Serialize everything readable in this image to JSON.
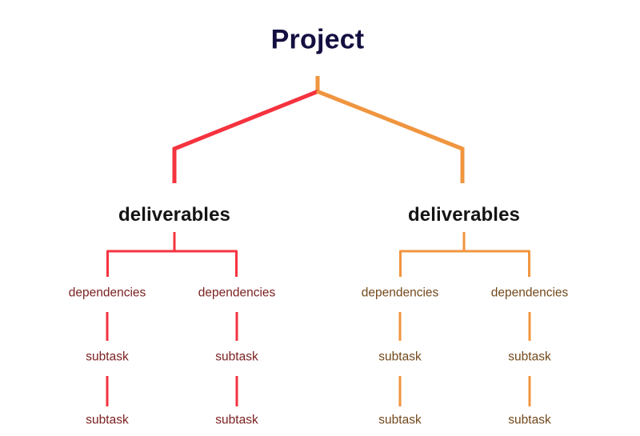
{
  "diagram": {
    "type": "tree",
    "title": "Project",
    "background_color": "#ffffff",
    "colors": {
      "root_text": "#130f40",
      "level2_text": "#141414",
      "left_branch_line": "#f5333f",
      "right_branch_line": "#f0953f",
      "left_branch_text": "#7b1f1f",
      "right_branch_text": "#72491c"
    },
    "root": {
      "label": "Project"
    },
    "branches": [
      {
        "side": "left",
        "line_color": "#f5333f",
        "text_color": "#7b1f1f",
        "level2": {
          "label": "deliverables"
        },
        "children": [
          {
            "level3": "dependencies",
            "level4": "subtask",
            "level5": "subtask"
          },
          {
            "level3": "dependencies",
            "level4": "subtask",
            "level5": "subtask"
          }
        ]
      },
      {
        "side": "right",
        "line_color": "#f0953f",
        "text_color": "#72491c",
        "level2": {
          "label": "deliverables"
        },
        "children": [
          {
            "level3": "dependencies",
            "level4": "subtask",
            "level5": "subtask"
          },
          {
            "level3": "dependencies",
            "level4": "subtask",
            "level5": "subtask"
          }
        ]
      }
    ]
  }
}
